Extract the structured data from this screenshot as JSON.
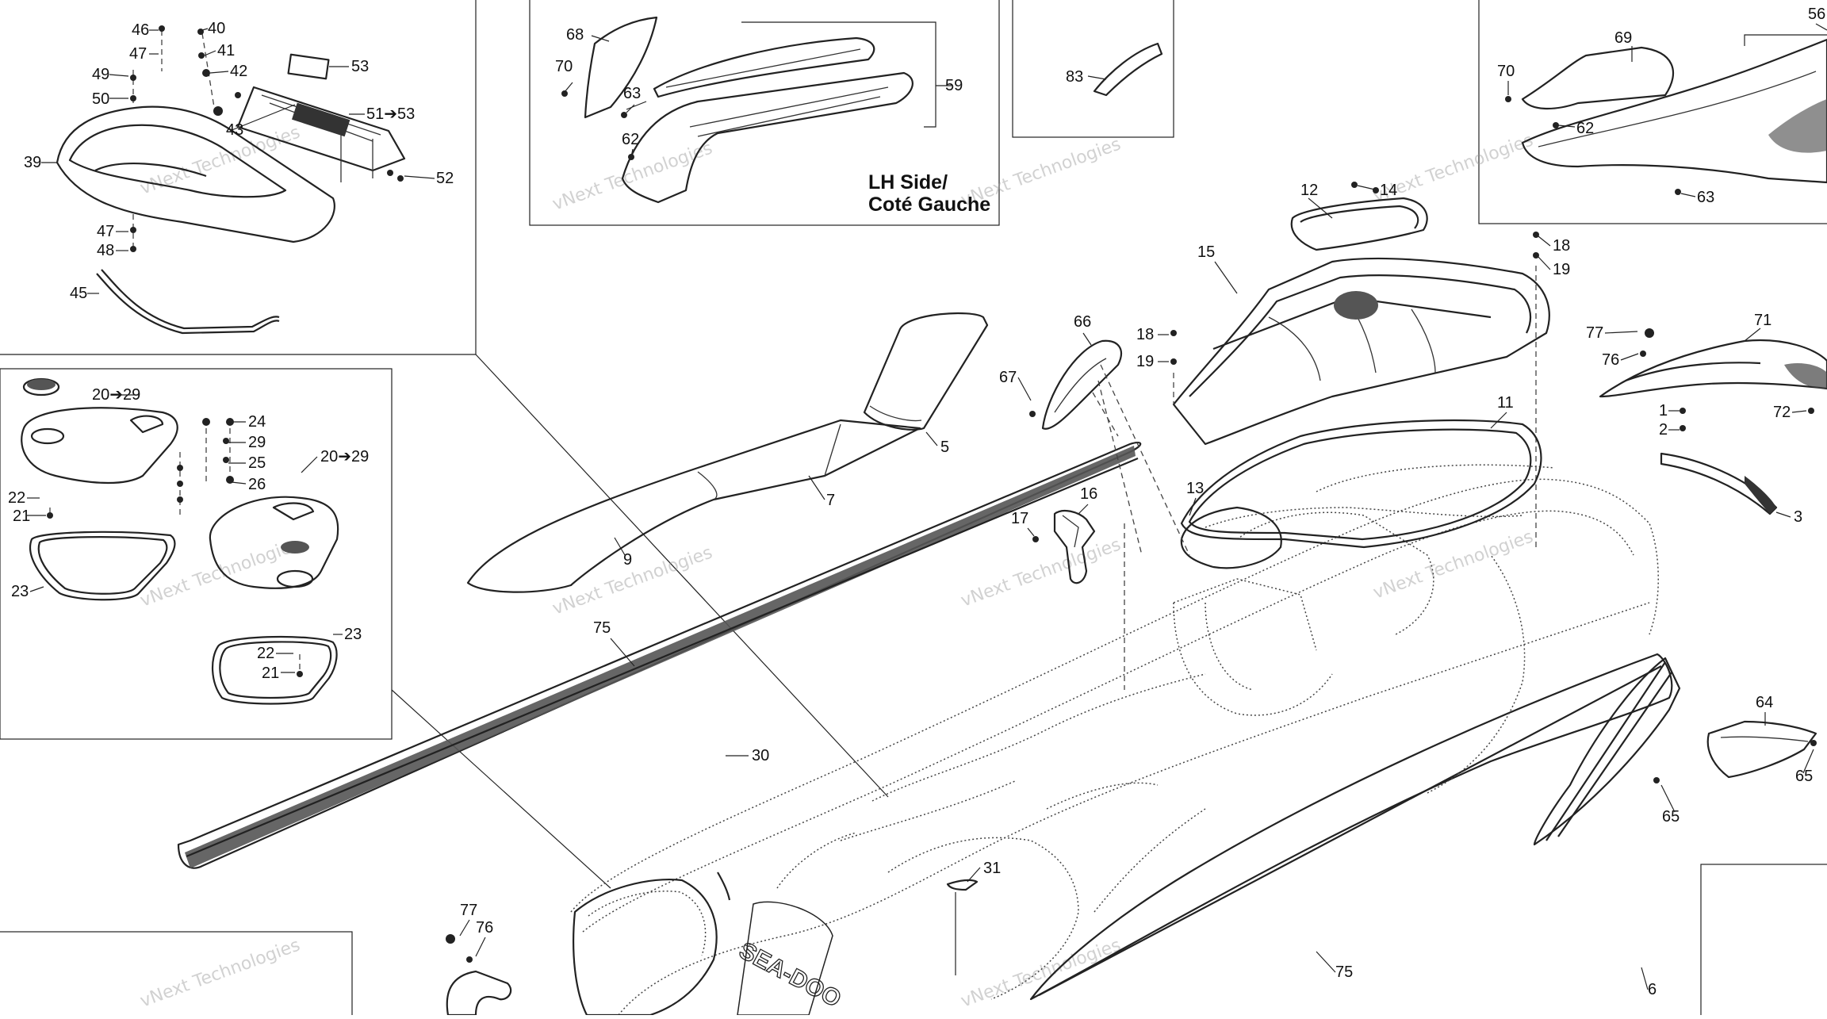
{
  "diagram": {
    "side_label": [
      "LH Side/",
      "Coté Gauche"
    ],
    "watermark": [
      "vNext Technologies",
      "vNext",
      "Technologies"
    ],
    "callouts": [
      {
        "id": "c46",
        "text": "46"
      },
      {
        "id": "c40",
        "text": "40"
      },
      {
        "id": "c47a",
        "text": "47"
      },
      {
        "id": "c41",
        "text": "41"
      },
      {
        "id": "c49",
        "text": "49"
      },
      {
        "id": "c42",
        "text": "42"
      },
      {
        "id": "c53a",
        "text": "53"
      },
      {
        "id": "c50",
        "text": "50"
      },
      {
        "id": "c5153",
        "text": "51➔53"
      },
      {
        "id": "c43",
        "text": "43"
      },
      {
        "id": "c39",
        "text": "39"
      },
      {
        "id": "c52",
        "text": "52"
      },
      {
        "id": "c47b",
        "text": "47"
      },
      {
        "id": "c48",
        "text": "48"
      },
      {
        "id": "c45",
        "text": "45"
      },
      {
        "id": "c68",
        "text": "68"
      },
      {
        "id": "c70a",
        "text": "70"
      },
      {
        "id": "c63a",
        "text": "63"
      },
      {
        "id": "c59",
        "text": "59"
      },
      {
        "id": "c62a",
        "text": "62"
      },
      {
        "id": "c83",
        "text": "83"
      },
      {
        "id": "c56",
        "text": "56"
      },
      {
        "id": "c69",
        "text": "69"
      },
      {
        "id": "c70b",
        "text": "70"
      },
      {
        "id": "c62b",
        "text": "62"
      },
      {
        "id": "c63b",
        "text": "63"
      },
      {
        "id": "c2029a",
        "text": "20➔29"
      },
      {
        "id": "c24",
        "text": "24"
      },
      {
        "id": "c29",
        "text": "29"
      },
      {
        "id": "c25",
        "text": "25"
      },
      {
        "id": "c26",
        "text": "26"
      },
      {
        "id": "c2029b",
        "text": "20➔29"
      },
      {
        "id": "c22a",
        "text": "22"
      },
      {
        "id": "c21a",
        "text": "21"
      },
      {
        "id": "c23a",
        "text": "23"
      },
      {
        "id": "c23b",
        "text": "23"
      },
      {
        "id": "c22b",
        "text": "22"
      },
      {
        "id": "c21b",
        "text": "21"
      },
      {
        "id": "c5",
        "text": "5"
      },
      {
        "id": "c7",
        "text": "7"
      },
      {
        "id": "c9",
        "text": "9"
      },
      {
        "id": "c75a",
        "text": "75"
      },
      {
        "id": "c12",
        "text": "12"
      },
      {
        "id": "c14",
        "text": "14"
      },
      {
        "id": "c15",
        "text": "15"
      },
      {
        "id": "c18a",
        "text": "18"
      },
      {
        "id": "c19a",
        "text": "19"
      },
      {
        "id": "c18b",
        "text": "18"
      },
      {
        "id": "c19b",
        "text": "19"
      },
      {
        "id": "c66",
        "text": "66"
      },
      {
        "id": "c67",
        "text": "67"
      },
      {
        "id": "c11",
        "text": "11"
      },
      {
        "id": "c13",
        "text": "13"
      },
      {
        "id": "c16",
        "text": "16"
      },
      {
        "id": "c17",
        "text": "17"
      },
      {
        "id": "c77a",
        "text": "77"
      },
      {
        "id": "c76a",
        "text": "76"
      },
      {
        "id": "c71",
        "text": "71"
      },
      {
        "id": "c1",
        "text": "1"
      },
      {
        "id": "c2",
        "text": "2"
      },
      {
        "id": "c72",
        "text": "72"
      },
      {
        "id": "c3",
        "text": "3"
      },
      {
        "id": "c64",
        "text": "64"
      },
      {
        "id": "c65a",
        "text": "65"
      },
      {
        "id": "c65b",
        "text": "65"
      },
      {
        "id": "c30",
        "text": "30"
      },
      {
        "id": "c31",
        "text": "31"
      },
      {
        "id": "c77b",
        "text": "77"
      },
      {
        "id": "c76b",
        "text": "76"
      },
      {
        "id": "c75b",
        "text": "75"
      },
      {
        "id": "c6",
        "text": "6"
      }
    ],
    "logo_text": "SEA-DOO"
  }
}
